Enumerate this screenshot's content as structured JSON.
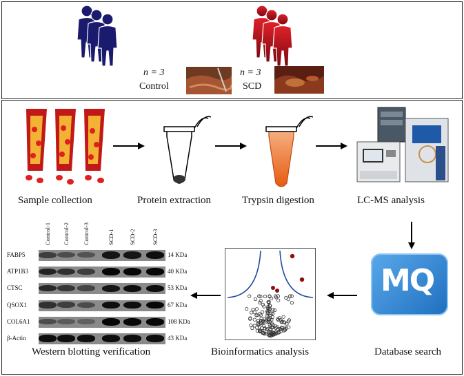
{
  "groups": {
    "control": {
      "n_label": "n = 3",
      "name": "Control",
      "color": "#1a1a6e"
    },
    "scd": {
      "n_label": "n = 3",
      "name": "SCD",
      "color": "#b01018"
    }
  },
  "workflow": {
    "sample_collection": "Sample collection",
    "protein_extraction": "Protein extraction",
    "trypsin_digestion": "Trypsin digestion",
    "lcms": "LC-MS analysis",
    "database_search": "Database search",
    "bioinformatics": "Bioinformatics analysis",
    "western": "Western blotting verification"
  },
  "logo_text": "MQ",
  "western_blot": {
    "lanes": [
      "Control-1",
      "Control-2",
      "Control-3",
      "SCD-1",
      "SCD-2",
      "SCD-3"
    ],
    "proteins": [
      {
        "name": "FABP5",
        "size": "14 KDa"
      },
      {
        "name": "ATP1B3",
        "size": "40 KDa"
      },
      {
        "name": "CTSC",
        "size": "53 KDa"
      },
      {
        "name": "QSOX1",
        "size": "67 KDa"
      },
      {
        "name": "COL6A1",
        "size": "108 KDa"
      },
      {
        "name": "β-Actin",
        "size": "43 KDa"
      }
    ]
  }
}
